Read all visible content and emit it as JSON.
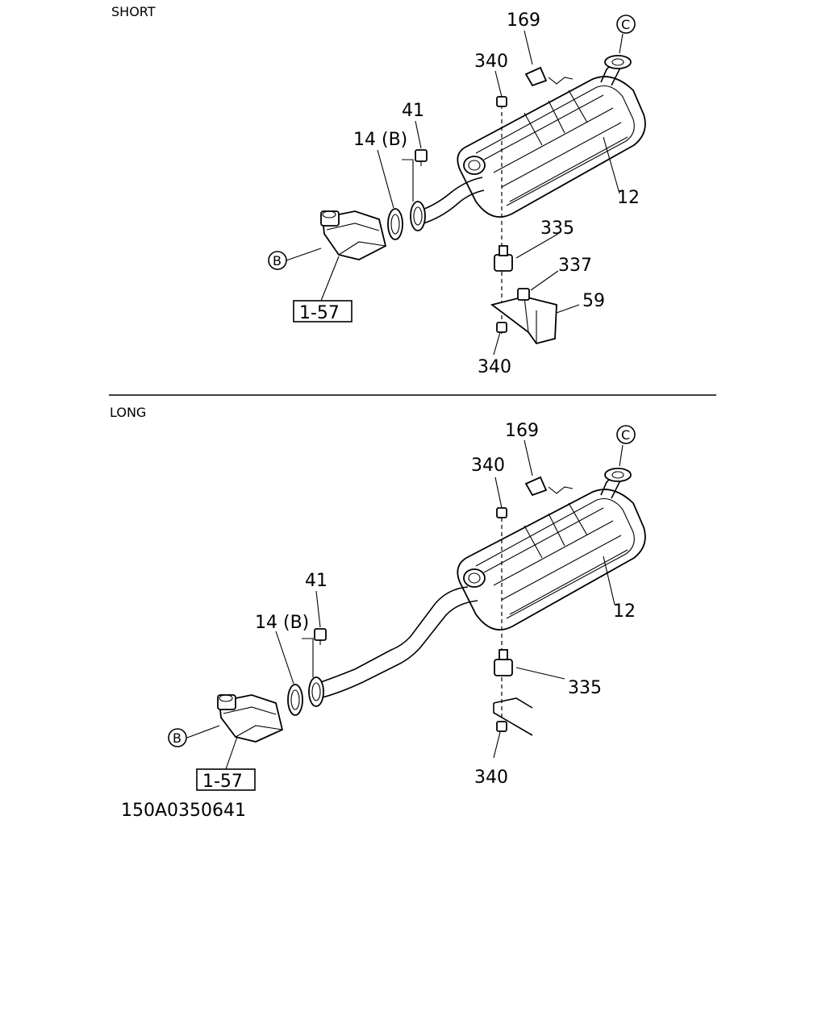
{
  "sections": {
    "short": {
      "title": "SHORT"
    },
    "long": {
      "title": "LONG"
    }
  },
  "callouts": {
    "p169": "169",
    "p340": "340",
    "p41": "41",
    "p14b": "14 (B)",
    "p12": "12",
    "p335": "335",
    "p337": "337",
    "p59": "59",
    "ref157": "1-57",
    "circ_b": "B",
    "circ_c": "C"
  },
  "document_id": "150A0350641"
}
